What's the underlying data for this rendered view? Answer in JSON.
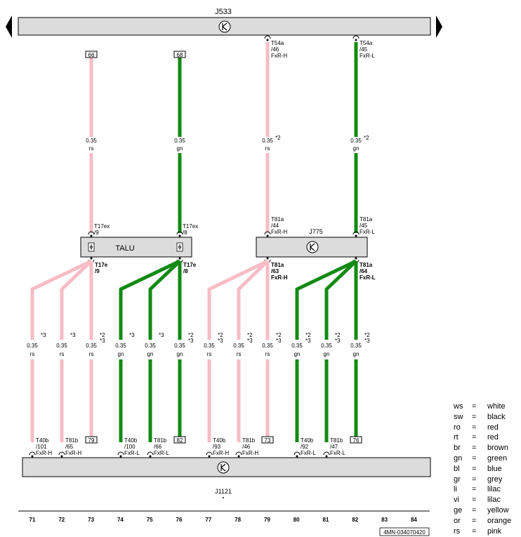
{
  "components": {
    "top_bus": "J533",
    "left_module": "TALU",
    "right_module": "J775",
    "bottom_bus": "J1121"
  },
  "wire_labels": {
    "size": "0.35",
    "pink": "rs",
    "green": "gn",
    "note_2": "*2",
    "note_3": "*3"
  },
  "pins": {
    "top_left_pink": "66",
    "top_left_green": "68",
    "j533_pink": [
      "T54a",
      "/46",
      "FxR-H"
    ],
    "j533_green": [
      "T54a",
      "/45",
      "FxR-L"
    ],
    "talu_in_pink": [
      "T17ex",
      "/9"
    ],
    "talu_in_green": [
      "T17ex",
      "/8"
    ],
    "talu_out_pink": [
      "T17e",
      "/9"
    ],
    "talu_out_green": [
      "T17e",
      "/8"
    ],
    "j775_in_pink": [
      "T81a",
      "/44",
      "FxR-H"
    ],
    "j775_in_green": [
      "T81a",
      "/45",
      "FxR-L"
    ],
    "j775_out_pink": [
      "T81a",
      "/63",
      "FxR-H"
    ],
    "j775_out_green": [
      "T81a",
      "/64",
      "FxR-L"
    ],
    "bottom": [
      {
        "lines": [
          "T40b",
          "/101",
          "FxR-H"
        ]
      },
      {
        "lines": [
          "T81b",
          "/65",
          "FxR-H"
        ]
      },
      {
        "box": "79"
      },
      {
        "lines": [
          "T40b",
          "/100",
          "FxR-L"
        ]
      },
      {
        "lines": [
          "T81b",
          "/66",
          "FxR-L"
        ]
      },
      {
        "box": "82"
      },
      {
        "lines": [
          "T40b",
          "/93",
          "FxR-H"
        ]
      },
      {
        "lines": [
          "T81b",
          "/46",
          "FxR-H"
        ]
      },
      {
        "box": "73"
      },
      {
        "lines": [
          "T40b",
          "/92",
          "FxR-L"
        ]
      },
      {
        "lines": [
          "T81b",
          "/47",
          "FxR-L"
        ]
      },
      {
        "box": "76"
      }
    ]
  },
  "column_numbers": [
    "71",
    "72",
    "73",
    "74",
    "75",
    "76",
    "77",
    "78",
    "79",
    "80",
    "81",
    "82",
    "83",
    "84"
  ],
  "diagram_code": "4MN-034070420",
  "legend": [
    {
      "code": "ws",
      "name": "white"
    },
    {
      "code": "sw",
      "name": "black"
    },
    {
      "code": "ro",
      "name": "red"
    },
    {
      "code": "rt",
      "name": "red"
    },
    {
      "code": "br",
      "name": "brown"
    },
    {
      "code": "gn",
      "name": "green"
    },
    {
      "code": "bl",
      "name": "blue"
    },
    {
      "code": "gr",
      "name": "grey"
    },
    {
      "code": "li",
      "name": "lilac"
    },
    {
      "code": "vi",
      "name": "lilac"
    },
    {
      "code": "ge",
      "name": "yellow"
    },
    {
      "code": "or",
      "name": "orange"
    },
    {
      "code": "rs",
      "name": "pink"
    }
  ],
  "colors": {
    "pink_wire": "#f7bcc6",
    "green_wire": "#138a13",
    "module_fill": "#dcdcdc",
    "outline": "#000000"
  }
}
